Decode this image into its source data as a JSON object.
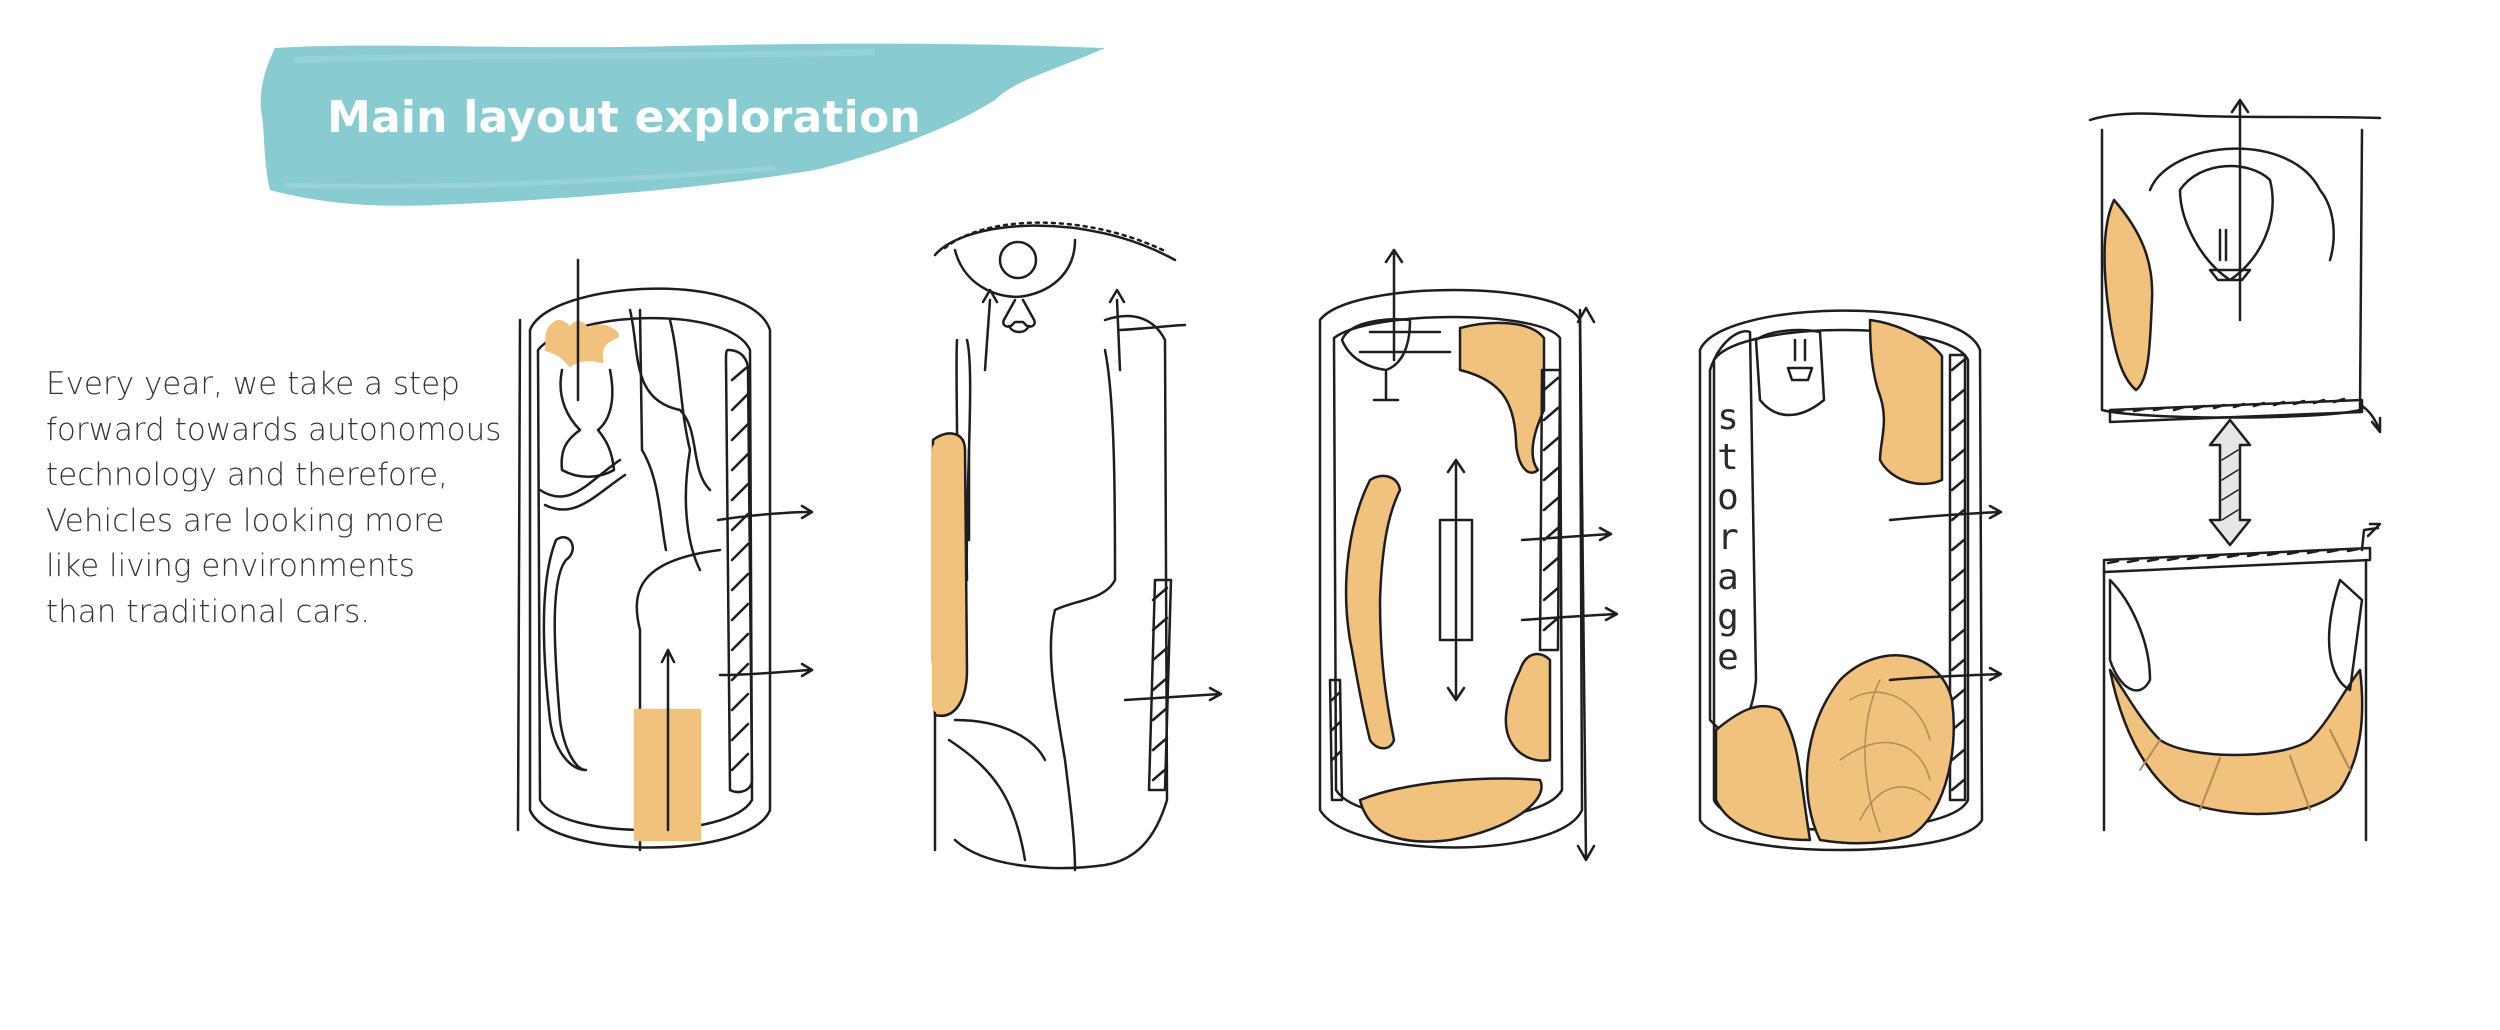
{
  "title": "Main layout exploration",
  "intro_lines": [
    "Every year, we take a step",
    "forward towards autonomous",
    "technology and therefore,",
    "Vehicles are looking more",
    "like living environments",
    "than traditional cars."
  ],
  "sketch4": {
    "storage_label": "s\nt\no\nr\na\ng\ne"
  },
  "colors": {
    "brush": "#7ec8cd",
    "accent_fill": "#f1c17e",
    "ink": "#1e1e1e",
    "text": "#333333"
  }
}
